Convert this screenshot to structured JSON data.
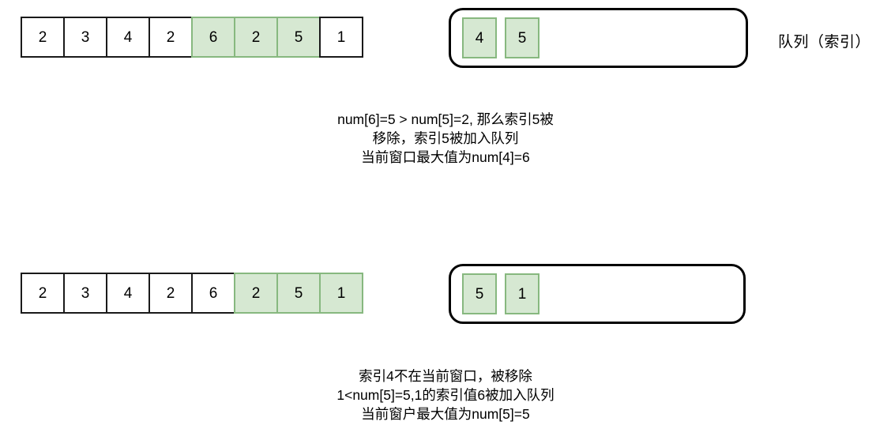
{
  "diagram": {
    "title_label": "队列（索引）",
    "steps": [
      {
        "array": {
          "cells": [
            {
              "value": "2",
              "highlighted": false
            },
            {
              "value": "3",
              "highlighted": false
            },
            {
              "value": "4",
              "highlighted": false
            },
            {
              "value": "2",
              "highlighted": false
            },
            {
              "value": "6",
              "highlighted": true
            },
            {
              "value": "2",
              "highlighted": true
            },
            {
              "value": "5",
              "highlighted": true
            },
            {
              "value": "1",
              "highlighted": false
            }
          ]
        },
        "queue": {
          "items": [
            {
              "value": "4"
            },
            {
              "value": "5"
            }
          ]
        },
        "caption": {
          "lines": [
            "num[6]=5  > num[5]=2, 那么索引5被",
            "移除，索引5被加入队列",
            "当前窗口最大值为num[4]=6"
          ]
        }
      },
      {
        "array": {
          "cells": [
            {
              "value": "2",
              "highlighted": false
            },
            {
              "value": "3",
              "highlighted": false
            },
            {
              "value": "4",
              "highlighted": false
            },
            {
              "value": "2",
              "highlighted": false
            },
            {
              "value": "6",
              "highlighted": false
            },
            {
              "value": "2",
              "highlighted": true
            },
            {
              "value": "5",
              "highlighted": true
            },
            {
              "value": "1",
              "highlighted": true
            }
          ]
        },
        "queue": {
          "items": [
            {
              "value": "5"
            },
            {
              "value": "1"
            }
          ]
        },
        "caption": {
          "lines": [
            "索引4不在当前窗口，被移除",
            "1<num[5]=5,1的索引值6被加入队列",
            "当前窗户最大值为num[5]=5"
          ]
        }
      }
    ]
  },
  "colors": {
    "highlight_fill": "#d6e8d2",
    "highlight_border": "#87b87f",
    "cell_border": "#1a1a1a",
    "text": "#000000",
    "background": "#ffffff"
  }
}
